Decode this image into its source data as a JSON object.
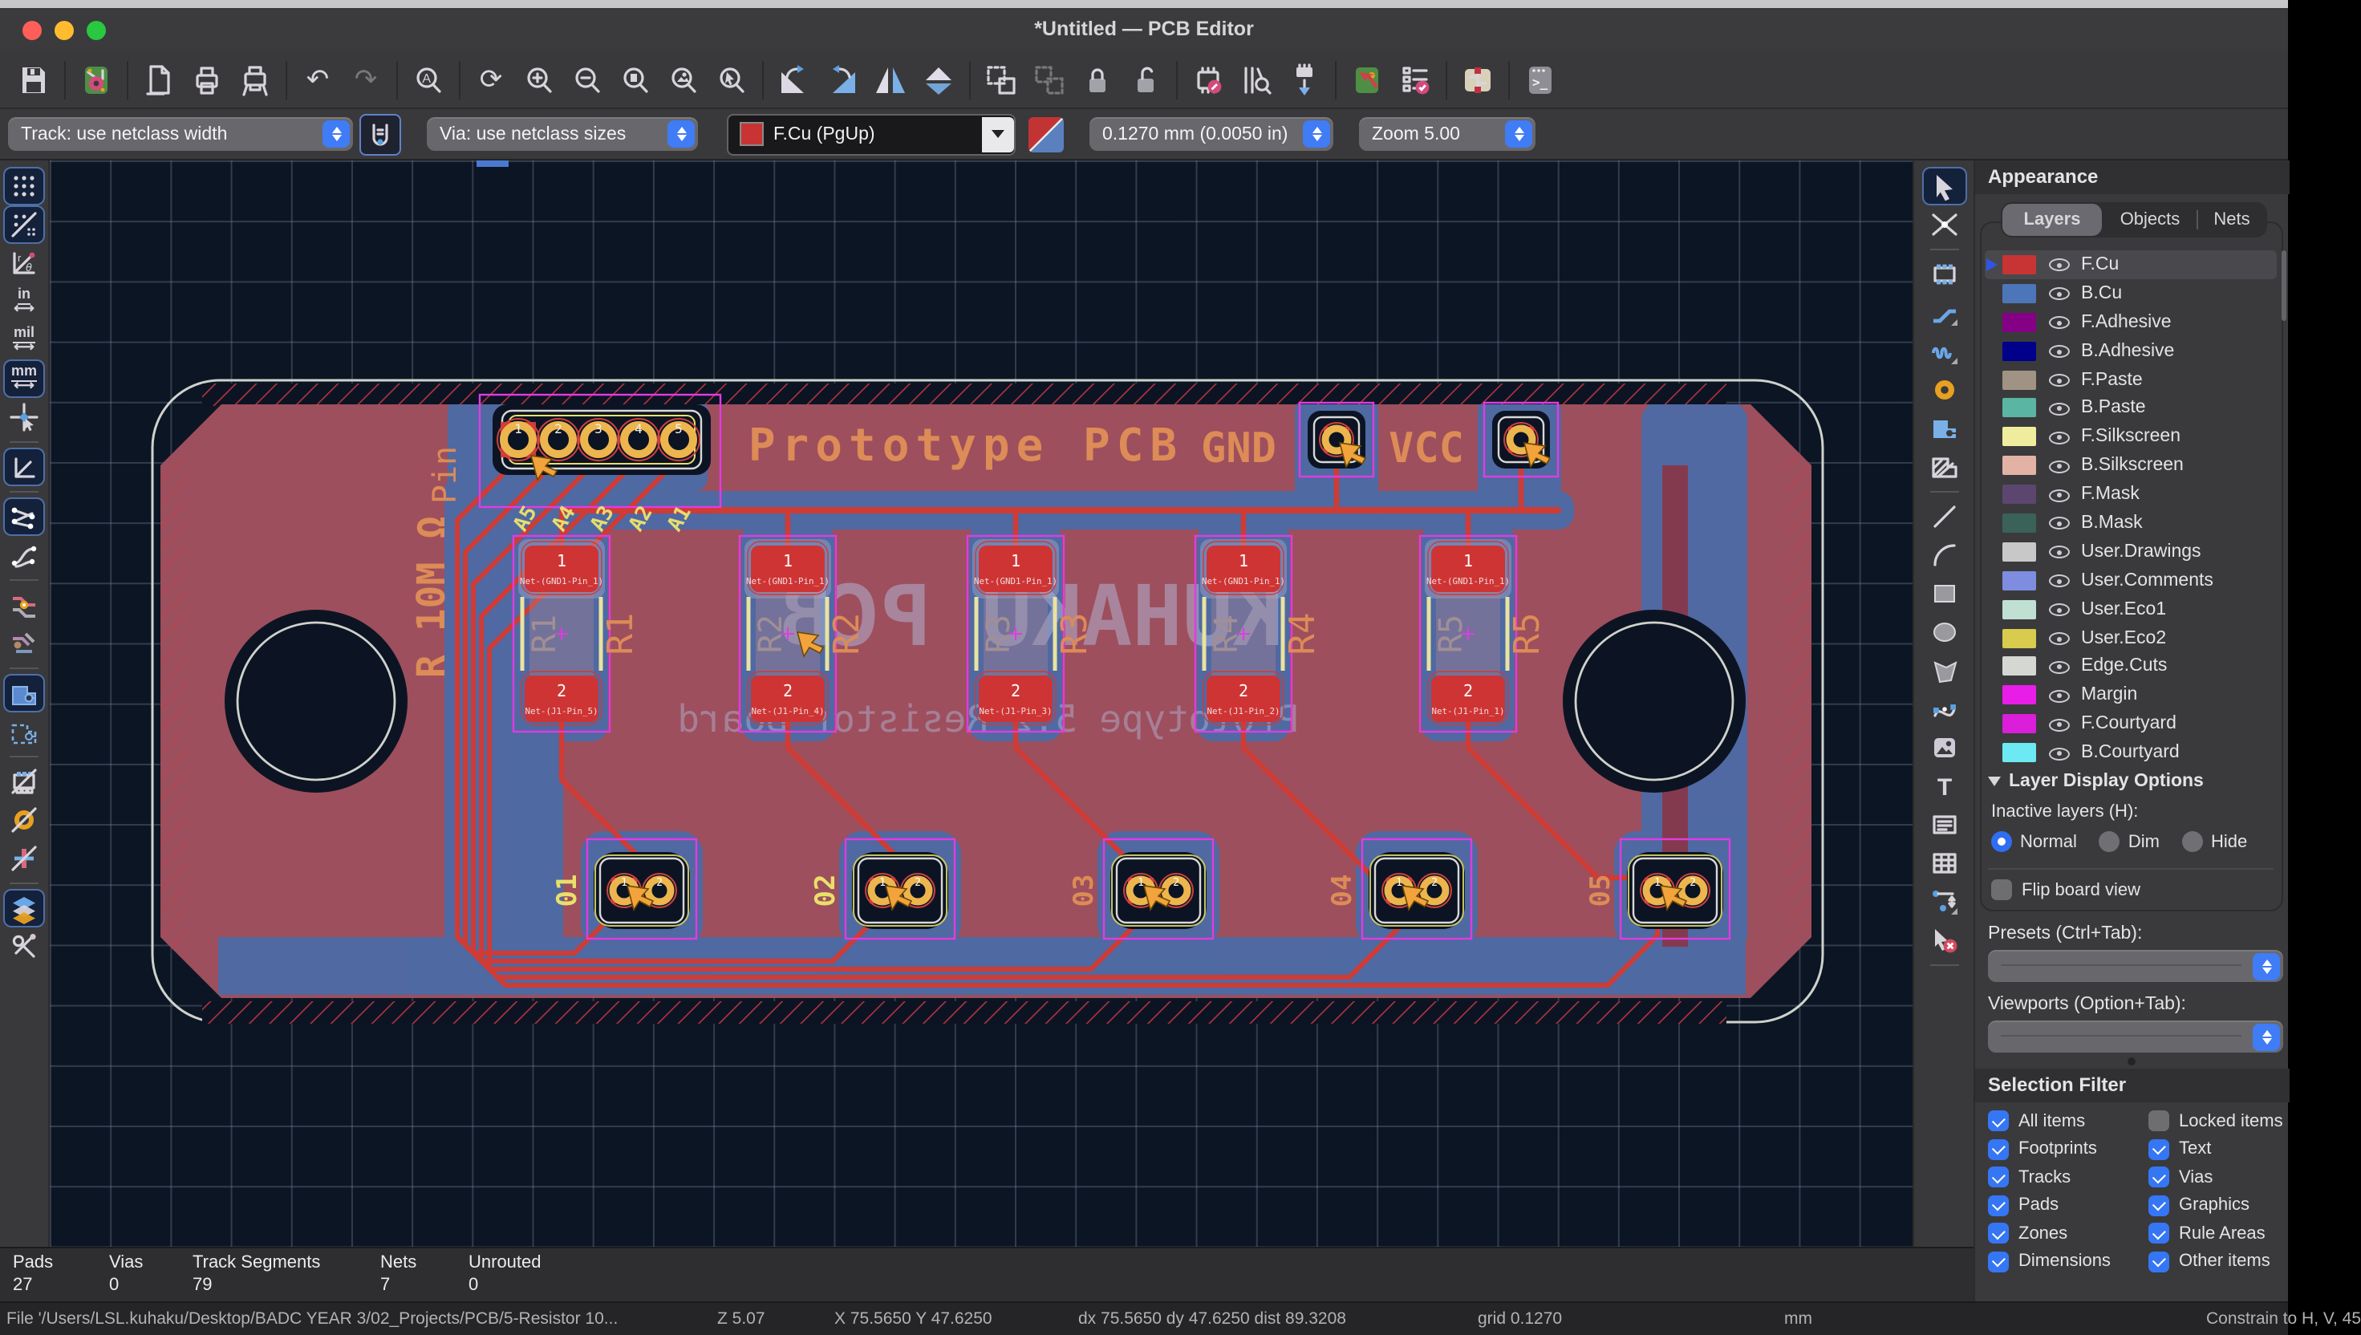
{
  "window": {
    "title": "*Untitled — PCB Editor"
  },
  "toolbar": {
    "track_width": "Track: use netclass width",
    "via_size": "Via: use netclass sizes",
    "active_layer": "F.Cu (PgUp)",
    "active_layer_color": "#C83434",
    "grid_size": "0.1270 mm (0.0050 in)",
    "zoom_level": "Zoom 5.00",
    "top_icons": [
      "save-icon",
      "board-setup-icon",
      "page-settings-icon",
      "print-icon",
      "plot-icon",
      "undo-icon",
      "redo-icon",
      "search-icon",
      "refresh-icon",
      "zoom-in-icon",
      "zoom-out-icon",
      "zoom-fit-page-icon",
      "zoom-fit-objects-icon",
      "zoom-selection-icon",
      "flip-left-icon",
      "flip-right-icon",
      "mirror-h-icon",
      "mirror-v-icon",
      "group-icon",
      "ungroup-icon",
      "lock-icon",
      "unlock-icon",
      "footprint-editor-icon",
      "footprint-browser-icon",
      "footprint-update-icon",
      "import-changes-icon",
      "drc-icon",
      "board-diff-icon",
      "scripting-console-icon"
    ],
    "left_icons": [
      "grid-dots-icon",
      "grid-overrides-icon",
      "polar-coordinates-icon",
      "units-inches-icon",
      "units-mils-icon",
      "units-mm-icon",
      "cursor-shape-icon",
      "hv45-mode-icon",
      "ratsnest-icon",
      "ratsnest-curved-icon",
      "net-highlight-icon",
      "net-colors-icon",
      "zone-fill-icon",
      "zone-outline-icon",
      "sketch-footprints-icon",
      "sketch-pads-icon",
      "sketch-vias-icon",
      "appearance-manager-icon",
      "tools-icon"
    ],
    "right_icons": [
      "select-icon",
      "local-ratsnest-icon",
      "add-footprint-icon",
      "route-tracks-icon",
      "tune-length-icon",
      "add-via-icon",
      "add-zone-icon",
      "add-rule-area-icon",
      "draw-line-icon",
      "draw-arc-icon",
      "draw-rectangle-icon",
      "draw-circle-icon",
      "draw-polygon-icon",
      "draw-bezier-icon",
      "add-image-icon",
      "add-text-icon",
      "add-textbox-icon",
      "add-table-icon",
      "add-dimension-icon",
      "delete-icon"
    ]
  },
  "appearance": {
    "title": "Appearance",
    "tabs": [
      "Layers",
      "Objects",
      "Nets"
    ],
    "active_tab": "Layers",
    "layers": [
      {
        "name": "F.Cu",
        "color": "#C83434",
        "selected": true
      },
      {
        "name": "B.Cu",
        "color": "#4C76B8"
      },
      {
        "name": "F.Adhesive",
        "color": "#840084"
      },
      {
        "name": "B.Adhesive",
        "color": "#00008B"
      },
      {
        "name": "F.Paste",
        "color": "#A09383"
      },
      {
        "name": "B.Paste",
        "color": "#5AB5A2"
      },
      {
        "name": "F.Silkscreen",
        "color": "#F0EC9E"
      },
      {
        "name": "B.Silkscreen",
        "color": "#E2B2A5"
      },
      {
        "name": "F.Mask",
        "color": "#5C4670"
      },
      {
        "name": "B.Mask",
        "color": "#3A6258"
      },
      {
        "name": "User.Drawings",
        "color": "#C8C8C8"
      },
      {
        "name": "User.Comments",
        "color": "#7E8DE0"
      },
      {
        "name": "User.Eco1",
        "color": "#BFE0D2"
      },
      {
        "name": "User.Eco2",
        "color": "#D8CB4E"
      },
      {
        "name": "Edge.Cuts",
        "color": "#D5D7D2"
      },
      {
        "name": "Margin",
        "color": "#E81EE8"
      },
      {
        "name": "F.Courtyard",
        "color": "#DA1EDA"
      },
      {
        "name": "B.Courtyard",
        "color": "#6CE9F2"
      }
    ],
    "layer_display_options": "Layer Display Options",
    "inactive_layers_label": "Inactive layers (H):",
    "inactive_options": [
      {
        "label": "Normal",
        "selected": true
      },
      {
        "label": "Dim",
        "selected": false
      },
      {
        "label": "Hide",
        "selected": false
      }
    ],
    "flip_label": "Flip board view",
    "flip_checked": false,
    "presets_label": "Presets (Ctrl+Tab):",
    "viewports_label": "Viewports (Option+Tab):"
  },
  "selection_filter": {
    "title": "Selection Filter",
    "left": [
      {
        "label": "All items",
        "checked": true
      },
      {
        "label": "Footprints",
        "checked": true
      },
      {
        "label": "Tracks",
        "checked": true
      },
      {
        "label": "Pads",
        "checked": true
      },
      {
        "label": "Zones",
        "checked": true
      },
      {
        "label": "Dimensions",
        "checked": true
      }
    ],
    "right": [
      {
        "label": "Locked items",
        "checked": false
      },
      {
        "label": "Text",
        "checked": true
      },
      {
        "label": "Vias",
        "checked": true
      },
      {
        "label": "Graphics",
        "checked": true
      },
      {
        "label": "Rule Areas",
        "checked": true
      },
      {
        "label": "Other items",
        "checked": true
      }
    ]
  },
  "status": {
    "pads_label": "Pads",
    "pads": "27",
    "vias_label": "Vias",
    "vias": "0",
    "segments_label": "Track Segments",
    "segments": "79",
    "nets_label": "Nets",
    "nets": "7",
    "unrouted_label": "Unrouted",
    "unrouted": "0"
  },
  "bottom": {
    "file": "File '/Users/LSL.kuhaku/Desktop/BADC YEAR 3/02_Projects/PCB/5-Resistor 10...",
    "z": "Z 5.07",
    "xy": "X 75.5650  Y 47.6250",
    "delta": "dx 75.5650  dy 47.6250  dist 89.3208",
    "grid": "grid 0.1270",
    "units": "mm",
    "constrain": "Constrain to H, V, 45"
  },
  "board": {
    "silk_title": "Prototype PCB",
    "gnd": "GND",
    "vcc": "VCC",
    "pin_text": "Pin",
    "resistor_text": "R 10M Ω",
    "watermark_line1": "KUHAKU PCB",
    "watermark_line2": "Prototype 5.2 Resistor Board",
    "j1_pads": [
      "1",
      "2",
      "3",
      "4",
      "5"
    ],
    "j1_silk": [
      "A5",
      "A4",
      "A3",
      "A2",
      "A1"
    ],
    "resistors": [
      {
        "ref": "R1",
        "value": "R1",
        "pad1": "1",
        "pad1_net": "Net-(GND1-Pin_1)",
        "pad2": "2",
        "pad2_net": "Net-(J1-Pin_5)"
      },
      {
        "ref": "R2",
        "value": "R2",
        "pad1": "1",
        "pad1_net": "Net-(GND1-Pin_1)",
        "pad2": "2",
        "pad2_net": "Net-(J1-Pin_4)"
      },
      {
        "ref": "R3",
        "value": "R3",
        "pad1": "1",
        "pad1_net": "Net-(GND1-Pin_1)",
        "pad2": "2",
        "pad2_net": "Net-(J1-Pin_3)"
      },
      {
        "ref": "R4",
        "value": "R4",
        "pad1": "1",
        "pad1_net": "Net-(GND1-Pin_1)",
        "pad2": "2",
        "pad2_net": "Net-(J1-Pin_2)"
      },
      {
        "ref": "R5",
        "value": "R5",
        "pad1": "1",
        "pad1_net": "Net-(GND1-Pin_1)",
        "pad2": "2",
        "pad2_net": "Net-(J1-Pin_1)"
      }
    ],
    "connectors": [
      {
        "label": "01"
      },
      {
        "label": "02"
      },
      {
        "label": "03"
      },
      {
        "label": "04"
      },
      {
        "label": "05"
      }
    ],
    "colors": {
      "board_fill": "#9d4f5d",
      "copper_front": "#cf3b35",
      "copper_back": "#4a6ca8",
      "silk_front_text": "#dd8b57",
      "silk_yellow": "#e8e06a",
      "courtyard": "#e23ae2",
      "edge_cuts": "#cfd2cc",
      "drc_marker": "#f2a33c"
    }
  }
}
